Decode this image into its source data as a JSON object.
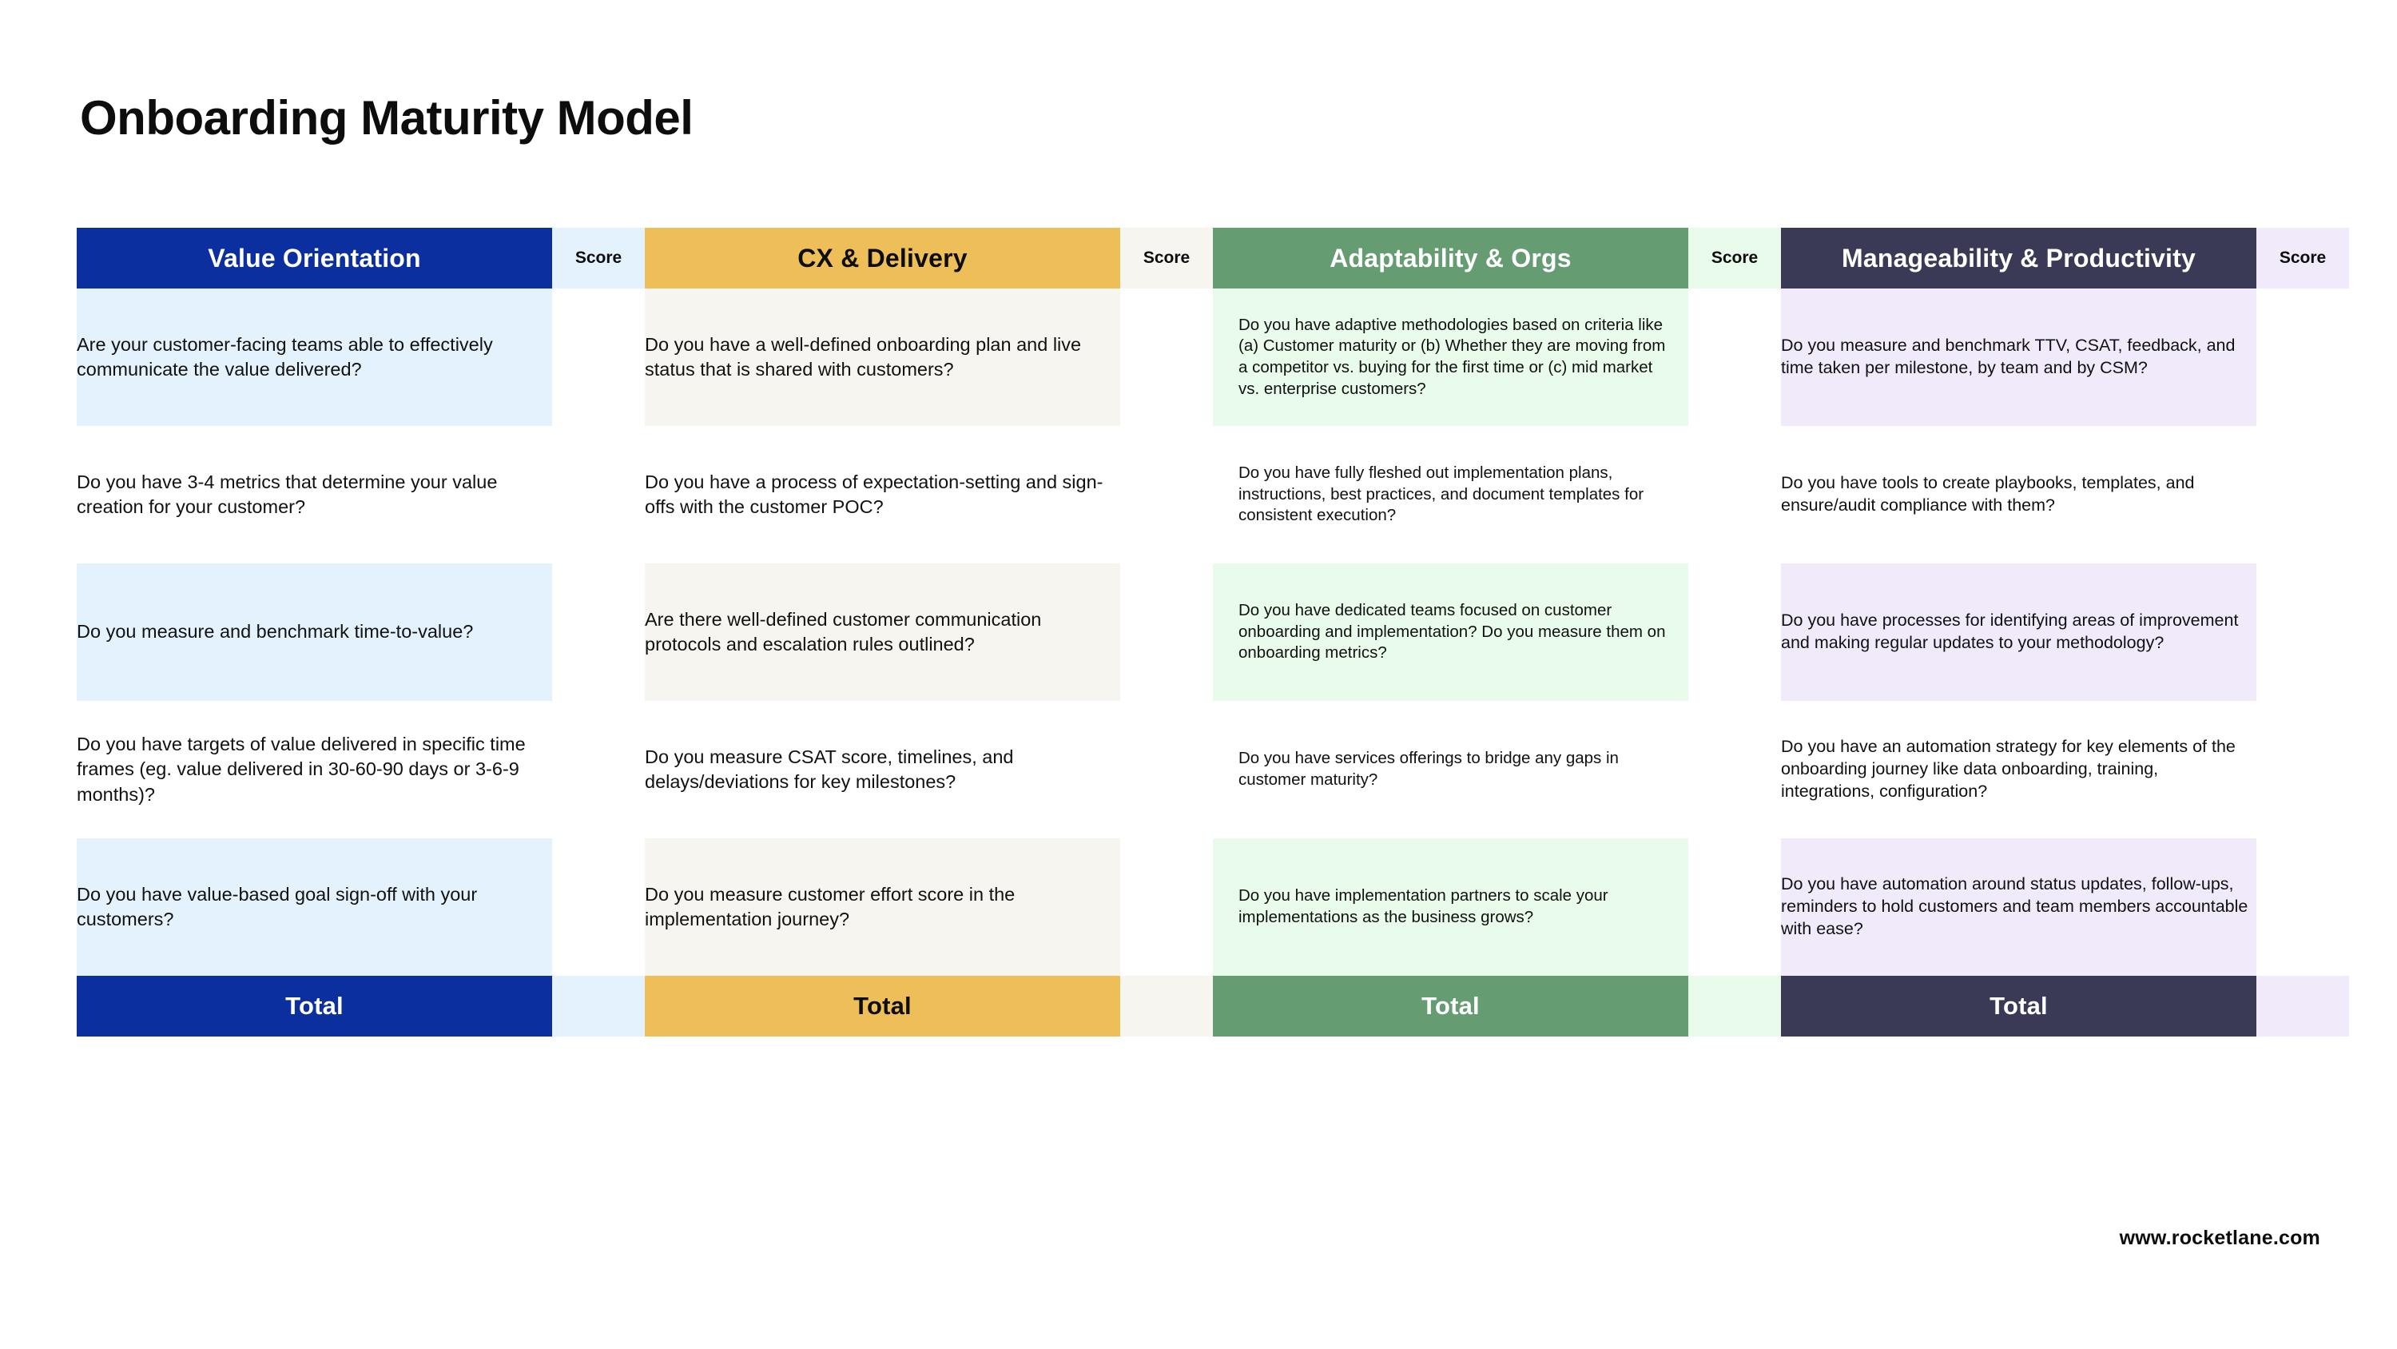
{
  "title": "Onboarding Maturity Model",
  "score_header_label": "Score",
  "total_label": "Total",
  "footer": "www.rocketlane.com",
  "colors": {
    "value_orientation_header": "#0b2f9e",
    "value_orientation_tint": "#e3f2fc",
    "cx_delivery_header": "#eebe58",
    "cx_delivery_tint": "#f7f5ef",
    "adaptability_header": "#659c72",
    "adaptability_tint": "#e9fbea",
    "manageability_header": "#3a3a56",
    "manageability_tint": "#f0eafb",
    "grid_line": "#ececec",
    "page_background": "#ffffff",
    "text": "#111111"
  },
  "columns": [
    {
      "key": "value_orientation",
      "header": "Value Orientation",
      "header_bg": "#0b2f9e",
      "header_fg": "#ffffff",
      "tint": "#e3f2fc",
      "score_header_bg": "#e3f2fc",
      "total_bg": "#0b2f9e",
      "total_fg": "#ffffff",
      "total_score_bg": "#e3f2fc",
      "size": "normal",
      "questions": [
        "Are your customer-facing teams able to effectively communicate the value delivered?",
        "Do you have 3-4 metrics that determine your value creation for your customer?",
        "Do you measure and benchmark time-to-value?",
        "Do you have targets of value delivered in specific time frames (eg. value delivered in 30-60-90 days or 3-6-9 months)?",
        "Do you have value-based goal sign-off with your customers?"
      ],
      "scores": [
        "",
        "",
        "",
        "",
        ""
      ],
      "total_score": ""
    },
    {
      "key": "cx_delivery",
      "header": "CX & Delivery",
      "header_bg": "#eebe58",
      "header_fg": "#0d0d0d",
      "tint": "#f7f5ef",
      "score_header_bg": "#f7f5ef",
      "total_bg": "#eebe58",
      "total_fg": "#0d0d0d",
      "total_score_bg": "#f7f5ef",
      "size": "normal",
      "questions": [
        "Do you have a well-defined onboarding plan and live status that is shared with customers?",
        "Do you have a process of expectation-setting and sign-offs with the customer POC?",
        "Are there well-defined customer communication protocols and escalation rules outlined?",
        "Do you measure CSAT score, timelines, and delays/deviations for key milestones?",
        "Do you measure customer effort score in the implementation journey?"
      ],
      "scores": [
        "",
        "",
        "",
        "",
        ""
      ],
      "total_score": ""
    },
    {
      "key": "adaptability_orgs",
      "header": "Adaptability & Orgs",
      "header_bg": "#659c72",
      "header_fg": "#ffffff",
      "tint": "#e9fbea",
      "score_header_bg": "#e9fbea",
      "total_bg": "#659c72",
      "total_fg": "#ffffff",
      "total_score_bg": "#e9fbea",
      "size": "tight",
      "questions": [
        "Do you have adaptive methodologies based on criteria like (a) Customer maturity or (b) Whether they are moving from a competitor vs. buying for the first time or (c) mid market vs. enterprise customers?",
        "Do you have fully fleshed out implementation plans, instructions, best practices, and document templates for consistent execution?",
        "Do you have dedicated teams focused on customer onboarding and implementation? Do you measure them on onboarding metrics?",
        "Do you have services offerings to bridge any gaps in customer maturity?",
        "Do you have implementation partners to scale your implementations as the business grows?"
      ],
      "scores": [
        "",
        "",
        "",
        "",
        ""
      ],
      "total_score": ""
    },
    {
      "key": "manageability_productivity",
      "header": "Manageability & Productivity",
      "header_bg": "#3a3a56",
      "header_fg": "#ffffff",
      "tint": "#f0eafb",
      "score_header_bg": "#f0eafb",
      "total_bg": "#3a3a56",
      "total_fg": "#ffffff",
      "total_score_bg": "#f0eafb",
      "size": "tight4",
      "questions": [
        "Do you measure and benchmark TTV, CSAT, feedback, and time taken per milestone, by team and by CSM?",
        "Do you have tools to create playbooks, templates, and ensure/audit compliance with them?",
        "Do you have processes for identifying areas of improvement and making regular updates to your methodology?",
        "Do you have an automation strategy for key elements of the onboarding journey like data onboarding, training, integrations, configuration?",
        "Do you have automation around status updates, follow-ups, reminders to hold customers and team members accountable with ease?"
      ],
      "scores": [
        "",
        "",
        "",
        "",
        ""
      ],
      "total_score": ""
    }
  ]
}
